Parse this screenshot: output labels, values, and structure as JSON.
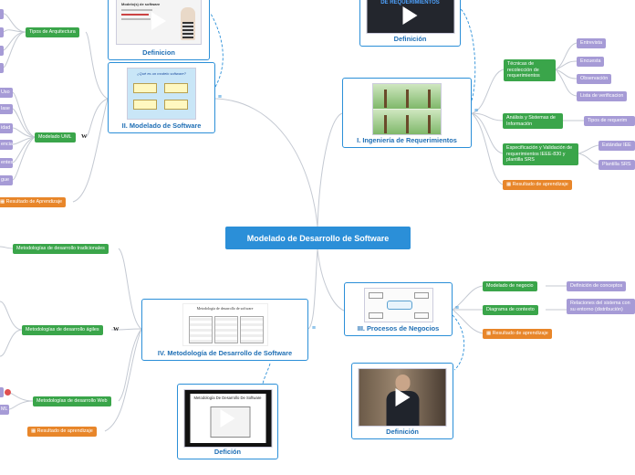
{
  "central": "Modelado de Desarrollo de Software",
  "cards": {
    "def1": "Definicion",
    "modelado": "II. Modelado de Software",
    "modelado_thumb_title": "¿Qué es un modelo software?",
    "def_top": "Definición",
    "def_top_thumb": "DE REQUERIMIENTOS",
    "ingenieria": "I. Ingeniería de Requerimientos",
    "procesos": "III. Procesos de Negocios",
    "def_right": "Definición",
    "metodologia": "IV. Metodología de Desarrollo de Software",
    "metodologia_thumb_title": "Metodología de desarrollo de software",
    "defcion": "Defición",
    "defcion_thumb_title": "Metodología De Desarrollo De Software",
    "def1_thumb_title": "Modelo(s) de software"
  },
  "left_top": {
    "tipos_arquitectura": "Tipos de Arquitectura",
    "modelado_uml": "Modelado UML",
    "resultado": "Resultado de Aprendizaje",
    "cut_leaves": [
      "Uso",
      "lase",
      "idad",
      "encia",
      "entes",
      "gue"
    ]
  },
  "left_bottom": {
    "tradicionales": "Metodologías de desarrollo tradicionales",
    "agiles": "Metodologías de desarrollo ágiles",
    "web": "Metodologías de desarrollo Web",
    "resultado": "Resultado de aprendizaje",
    "cut_leaves": [
      "ML"
    ]
  },
  "right_top": {
    "tecnicas": "Técnicas de recolección de requerimientos",
    "analisis": "Análisis y Sistemas de Información",
    "especificacion": "Especificación y Validación de requerimientos IEEE-830 y plantilla SRS",
    "resultado": "Resultado de aprendizaje",
    "entrevista": "Entrevista",
    "encuesta": "Encuesta",
    "observacion": "Observación",
    "lista": "Lista de verificacion",
    "tipos_req": "Tipos de requerim",
    "estandar": "Estándar IEE",
    "plantilla": "Plantilla SRS"
  },
  "right_bottom": {
    "modelado_negocio": "Modelado de negocio",
    "diagrama_contexto": "Diagrama de contexto",
    "resultado": "Resultado de aprendizaje",
    "definicion_conceptos": "Definición de conceptos",
    "relaciones": "Relaciones del sistema con su entorno (distribución)"
  },
  "icons": {
    "note": "≡",
    "word": "W",
    "result": "▦"
  }
}
